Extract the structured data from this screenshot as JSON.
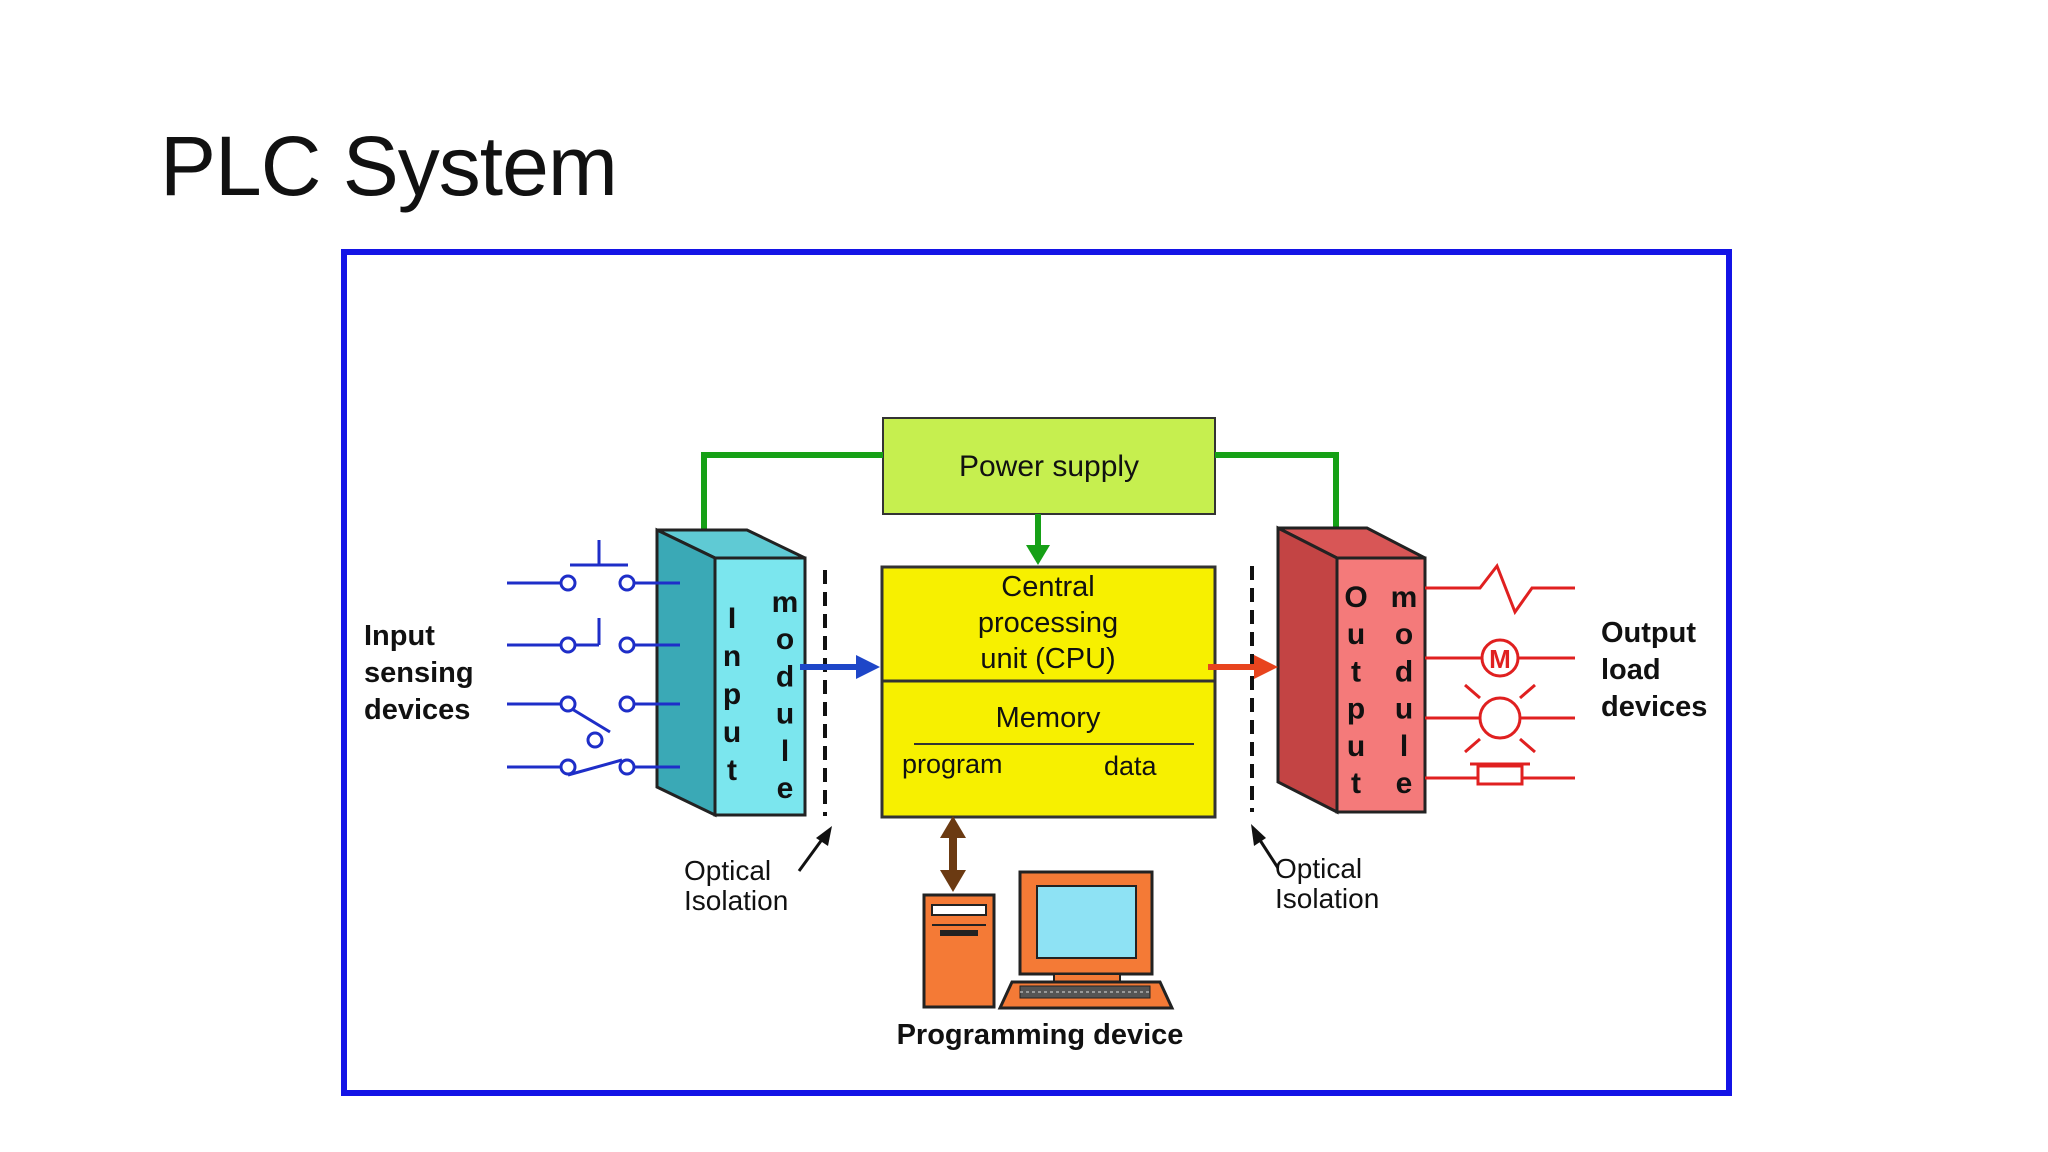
{
  "slide": {
    "title": "PLC System"
  },
  "diagram": {
    "power_supply": "Power supply",
    "cpu": {
      "line1": "Central",
      "line2": "processing",
      "line3": "unit (CPU)"
    },
    "memory": {
      "title": "Memory",
      "program": "program",
      "data": "data"
    },
    "input_module": {
      "word1": [
        "I",
        "n",
        "p",
        "u",
        "t"
      ],
      "word2": [
        "m",
        "o",
        "d",
        "u",
        "l",
        "e"
      ]
    },
    "output_module": {
      "word1": [
        "O",
        "u",
        "t",
        "p",
        "u",
        "t"
      ],
      "word2": [
        "m",
        "o",
        "d",
        "u",
        "l",
        "e"
      ]
    },
    "input_devices": {
      "line1": "Input",
      "line2": "sensing",
      "line3": "devices"
    },
    "output_devices": {
      "line1": "Output",
      "line2": "load",
      "line3": "devices"
    },
    "optical_left": {
      "line1": "Optical",
      "line2": "Isolation"
    },
    "optical_right": {
      "line1": "Optical",
      "line2": "Isolation"
    },
    "programming_device": "Programming device",
    "motor_symbol": "M",
    "colors": {
      "frame": "#1414e6",
      "power": "#c6ef4f",
      "cpu": "#f7f000",
      "input_module": "#7be6ee",
      "output_module": "#f47a7a",
      "green_arrow": "#16a016",
      "blue_arrow": "#1e46c8",
      "red_arrow": "#e8441e",
      "brown_arrow": "#6b3a12",
      "computer": "#f47a36",
      "screen": "#8ee2f4"
    }
  }
}
